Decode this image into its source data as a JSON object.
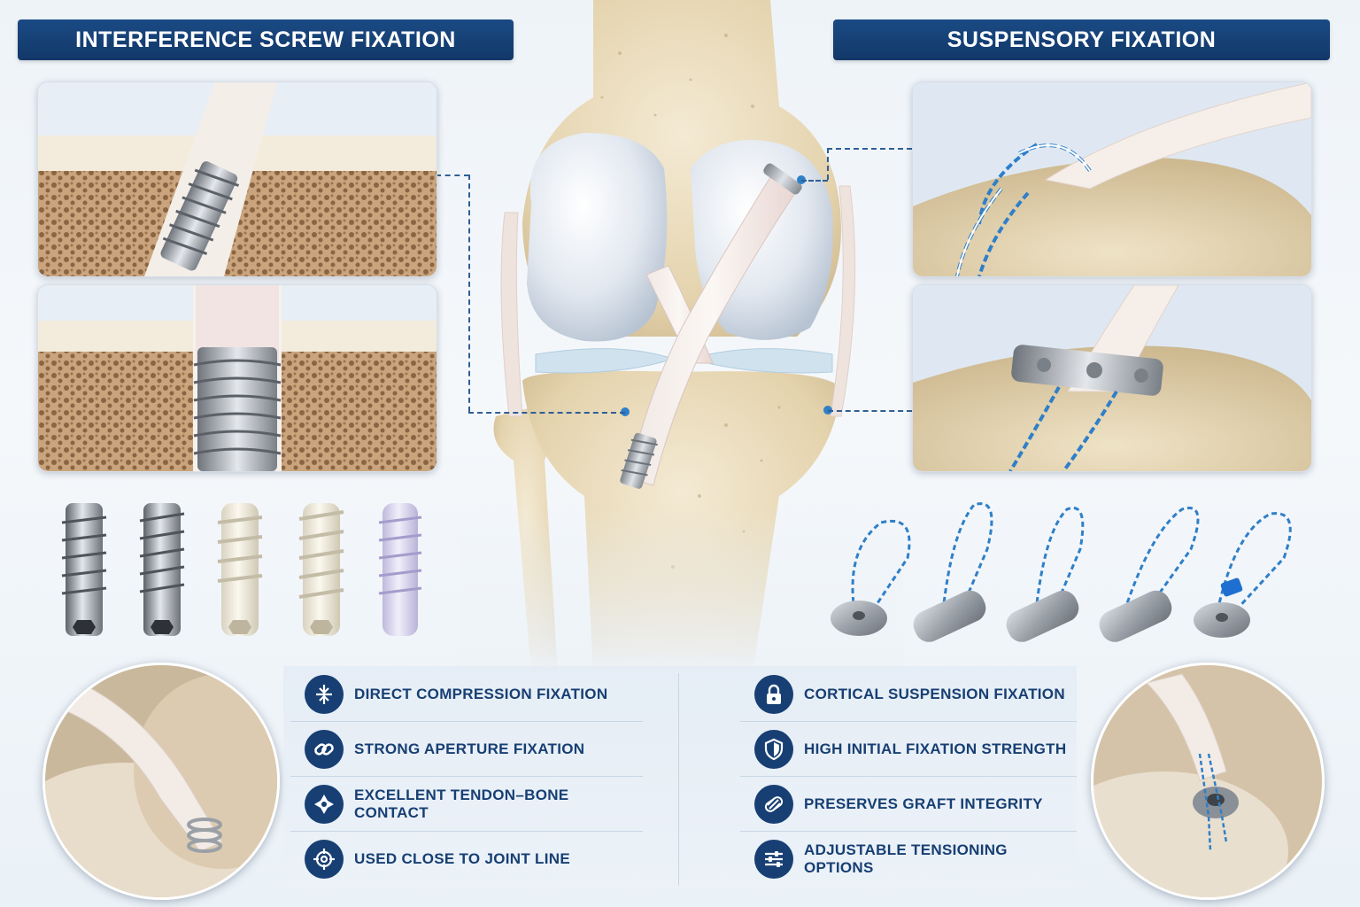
{
  "headers": {
    "left": "INTERFERENCE SCREW FIXATION",
    "right": "SUSPENSORY FIXATION"
  },
  "features_left": [
    {
      "label": "DIRECT COMPRESSION FIXATION",
      "icon": "compression-icon"
    },
    {
      "label": "STRONG APERTURE FIXATION",
      "icon": "link-icon"
    },
    {
      "label": "EXCELLENT TENDON–BONE CONTACT",
      "icon": "contact-icon"
    },
    {
      "label": "USED CLOSE TO JOINT LINE",
      "icon": "target-icon"
    }
  ],
  "features_right": [
    {
      "label": "CORTICAL SUSPENSION FIXATION",
      "icon": "lock-icon"
    },
    {
      "label": "HIGH INITIAL FIXATION STRENGTH",
      "icon": "shield-icon"
    },
    {
      "label": "PRESERVES GRAFT INTEGRITY",
      "icon": "graft-icon"
    },
    {
      "label": "ADJUSTABLE TENSIONING OPTIONS",
      "icon": "sliders-icon"
    }
  ],
  "colors": {
    "header": "#173f73",
    "accent_blue": "#2f7fc8",
    "bone": "#e8d8b8",
    "metal": "#a8adb3"
  }
}
